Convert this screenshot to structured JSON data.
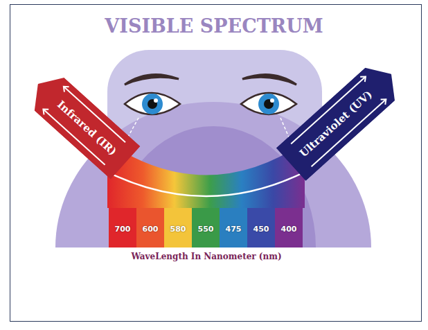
{
  "diagram": {
    "title": "VISIBLE SPECTRUM",
    "caption": "WaveLength In Nanometer (nm)",
    "nodes": [
      {
        "text": [
          "Infrared (IR)"
        ]
      },
      {
        "text": [
          "Ultraviolet (UV)"
        ]
      },
      {
        "text": [
          "700"
        ]
      },
      {
        "text": [
          "600"
        ]
      },
      {
        "text": [
          "580"
        ]
      },
      {
        "text": [
          "550"
        ]
      },
      {
        "text": [
          "475"
        ]
      },
      {
        "text": [
          "450"
        ]
      },
      {
        "text": [
          "400"
        ]
      }
    ]
  }
}
